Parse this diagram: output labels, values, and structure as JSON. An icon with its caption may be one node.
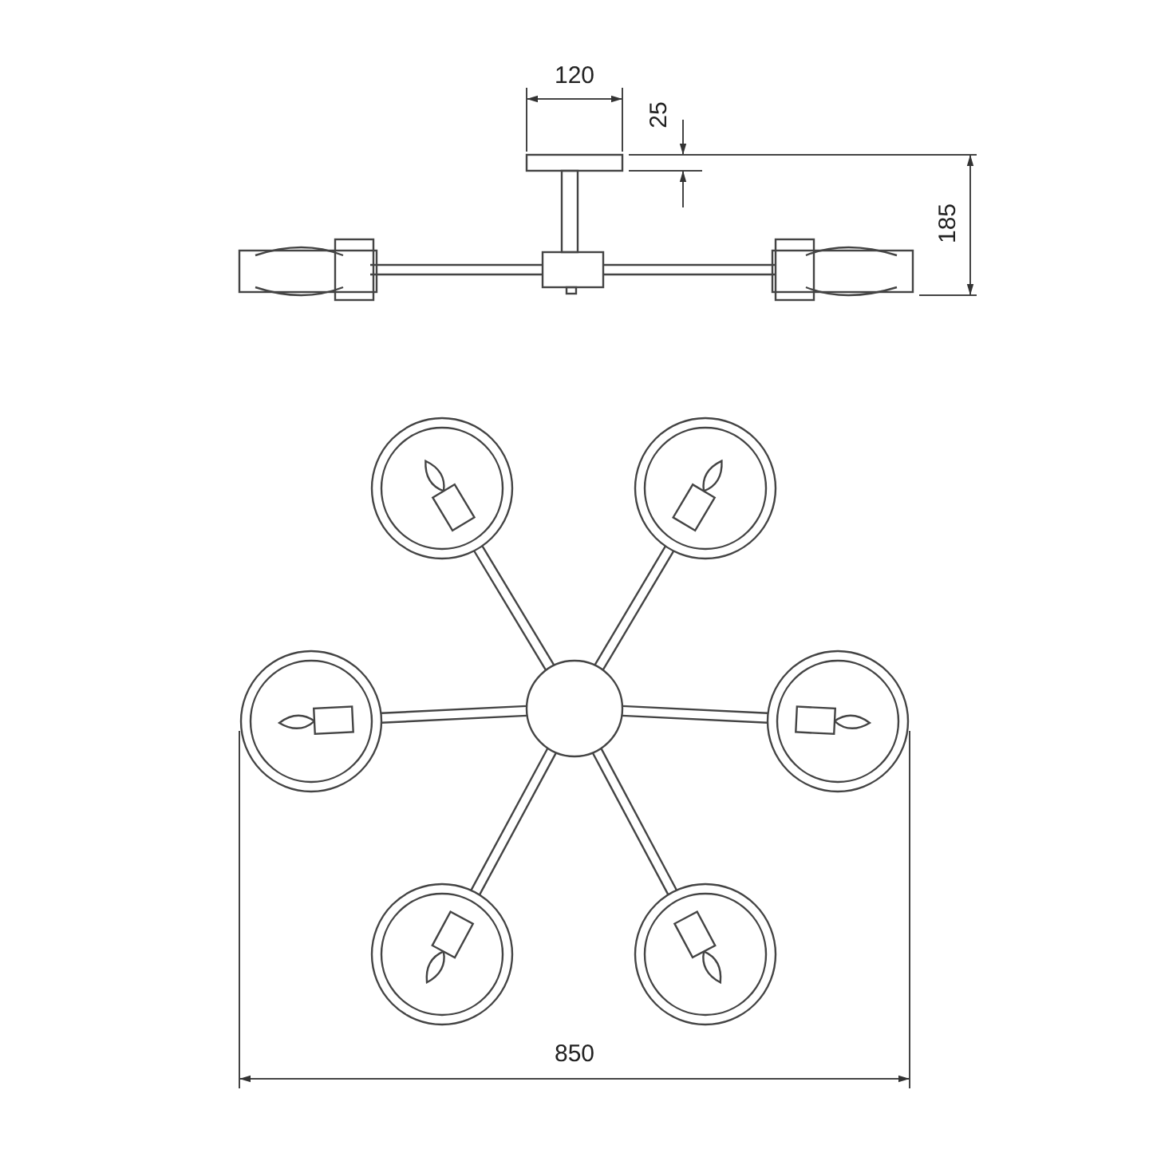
{
  "diagram": {
    "labels": [
      "120",
      "25",
      "185",
      "850"
    ]
  }
}
